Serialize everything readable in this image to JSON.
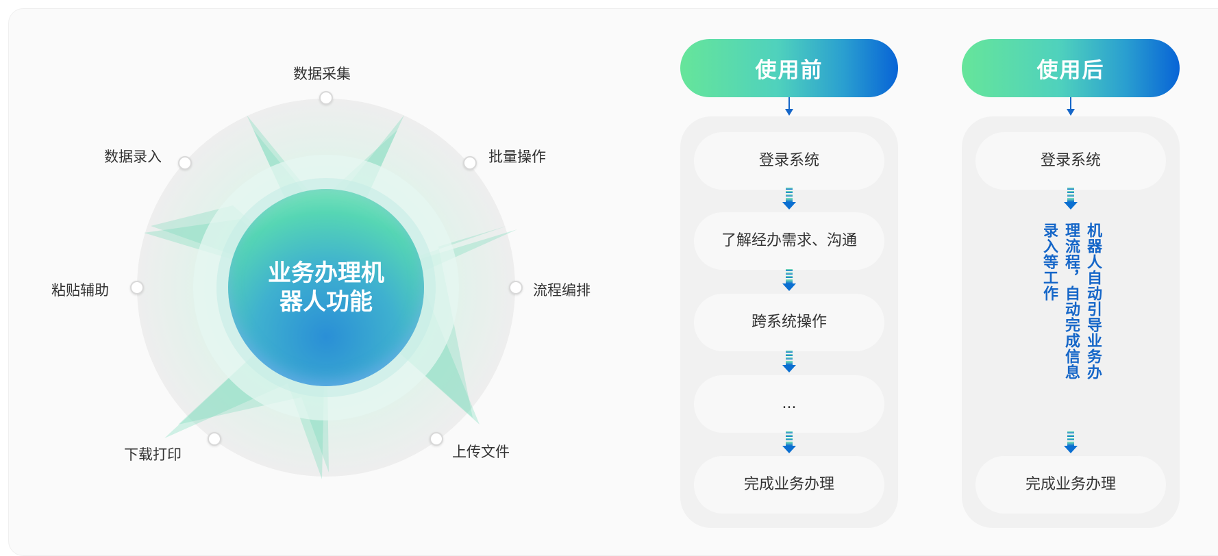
{
  "wheel": {
    "center_title": "业务办理机器人功能",
    "items": [
      "数据采集",
      "批量操作",
      "流程编排",
      "上传文件",
      "下载打印",
      "粘贴辅助",
      "数据录入"
    ]
  },
  "before": {
    "title": "使用前",
    "steps": [
      "登录系统",
      "了解经办需求、沟通",
      "跨系统操作",
      "...",
      "完成业务办理"
    ]
  },
  "after": {
    "title": "使用后",
    "first_step": "登录系统",
    "robot_text": [
      "机器人自动引导业务办",
      "理流程，自动完成信息",
      "录入等工作"
    ],
    "last_step": "完成业务办理"
  },
  "colors": {
    "accent_blue": "#1566c8",
    "gradient_start": "#66e59a",
    "gradient_end": "#0864d6"
  }
}
